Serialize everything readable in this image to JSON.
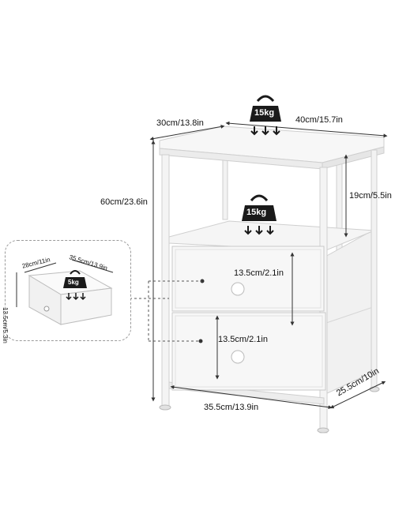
{
  "product": {
    "dimensions": {
      "depth": "30cm/13.8in",
      "width": "40cm/15.7in",
      "height": "60cm/23.6in",
      "shelf_gap": "19cm/5.5in",
      "drawer_upper": "13.5cm/2.1in",
      "drawer_lower": "13.5cm/2.1in",
      "bottom_width": "35.5cm/13.9in",
      "bottom_depth": "25.5cm/10in"
    },
    "loads": {
      "top": "15kg",
      "shelf": "15kg"
    }
  },
  "drawer_inset": {
    "depth": "28cm/11in",
    "width": "35.5cm/13.9in",
    "height": "13.5cm/5.3in",
    "load": "5kg"
  },
  "colors": {
    "frame": "#f4f4f4",
    "outline": "#cfcfcf",
    "weight_icon": "#1a1a1a",
    "guide_line": "#555555"
  },
  "icons": {
    "weight": "kettlebell-weight-icon",
    "load_arrows": "down-arrows-icon",
    "knob": "drawer-knob-icon"
  }
}
